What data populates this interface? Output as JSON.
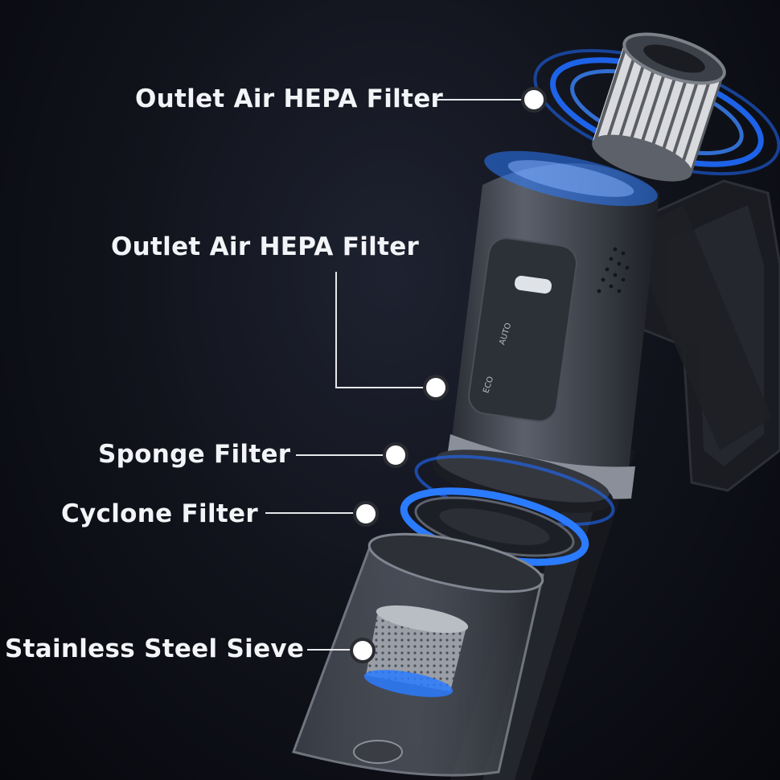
{
  "callouts": [
    {
      "label": "Outlet Air HEPA Filter"
    },
    {
      "label": "Outlet Air HEPA Filter"
    },
    {
      "label": "Sponge Filter"
    },
    {
      "label": "Cyclone Filter"
    },
    {
      "label": "Stainless Steel Sieve"
    }
  ],
  "colors": {
    "background": "#0b0d14",
    "accent_glow": "#1f6bff",
    "label_text": "#f3f4f7",
    "body_gray": "#4b4f58"
  }
}
